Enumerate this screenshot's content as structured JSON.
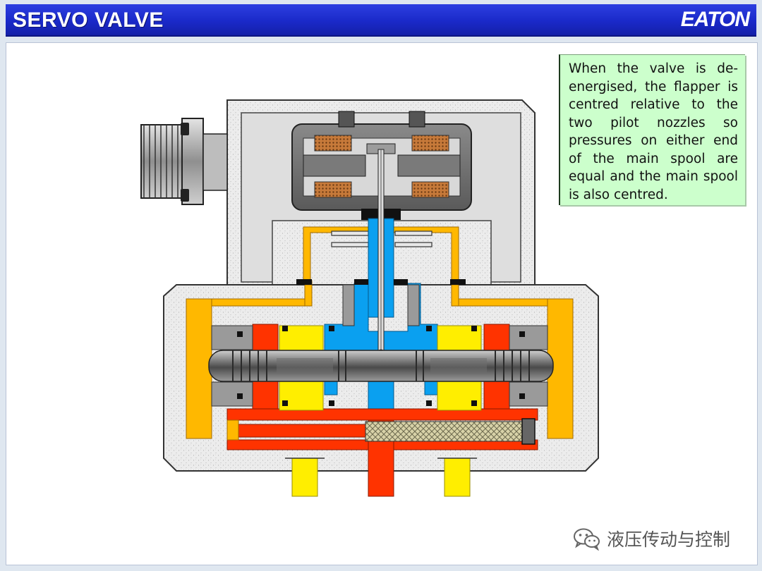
{
  "header": {
    "title": "SERVO VALVE",
    "logo_text": "EATON"
  },
  "note": {
    "text": "When the valve is de-energised, the flapper is centred relative to the two pilot nozzles so pressures on either end of the main spool are equal and the main spool is also centred."
  },
  "watermark": {
    "text": "液压传动与控制",
    "icon": "wechat-icon"
  },
  "colors": {
    "title_bar": "#1a29c9",
    "note_bg": "#ccffcc",
    "housing": "#ececec",
    "pilot_pressure": "#ffb800",
    "supply_pressure": "#ff3300",
    "return_line": "#0aa0f0",
    "port_yellow": "#ffee00",
    "spool_grey": "#8a8a8a"
  }
}
